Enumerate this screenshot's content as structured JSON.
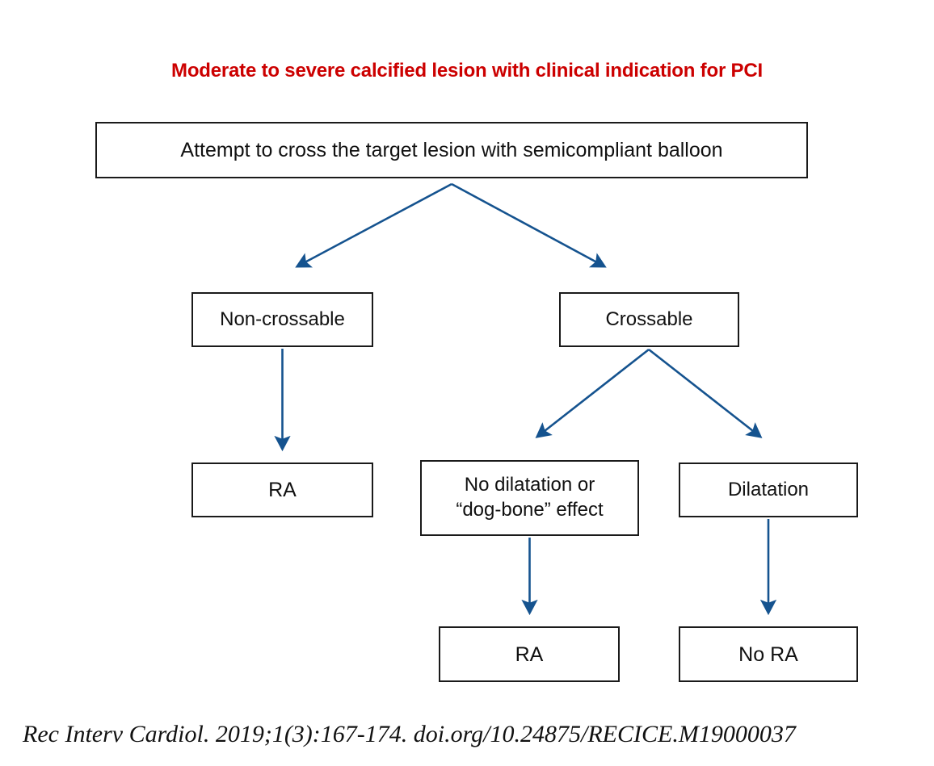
{
  "figure": {
    "title": "Moderate to severe calcified lesion with clinical indication for PCI",
    "title_color": "#cc0000",
    "citation": "Rec Interv Cardiol. 2019;1(3):167-174. doi.org/10.24875/RECICE.M19000037",
    "background_color": "#ffffff",
    "box_border_color": "#1a1a1a",
    "arrow_color": "#15538f"
  },
  "nodes": {
    "root": "Attempt to cross the target lesion with semicompliant balloon",
    "non_crossable": "Non-crossable",
    "crossable": "Crossable",
    "ra_left": "RA",
    "no_dilatation": "No dilatation or\n“dog-bone” effect",
    "dilatation": "Dilatation",
    "ra_bottom": "RA",
    "no_ra": "No RA"
  },
  "edges": [
    {
      "name": "root-to-non-crossable",
      "from": "root",
      "to": "non_crossable",
      "kind": "branch-left"
    },
    {
      "name": "root-to-crossable",
      "from": "root",
      "to": "crossable",
      "kind": "branch-right"
    },
    {
      "name": "non-crossable-to-ra",
      "from": "non_crossable",
      "to": "ra_left",
      "kind": "straight-down"
    },
    {
      "name": "crossable-to-no-dilatation",
      "from": "crossable",
      "to": "no_dilatation",
      "kind": "branch-left"
    },
    {
      "name": "crossable-to-dilatation",
      "from": "crossable",
      "to": "dilatation",
      "kind": "branch-right"
    },
    {
      "name": "no-dilatation-to-ra",
      "from": "no_dilatation",
      "to": "ra_bottom",
      "kind": "straight-down"
    },
    {
      "name": "dilatation-to-no-ra",
      "from": "dilatation",
      "to": "no_ra",
      "kind": "straight-down"
    }
  ]
}
